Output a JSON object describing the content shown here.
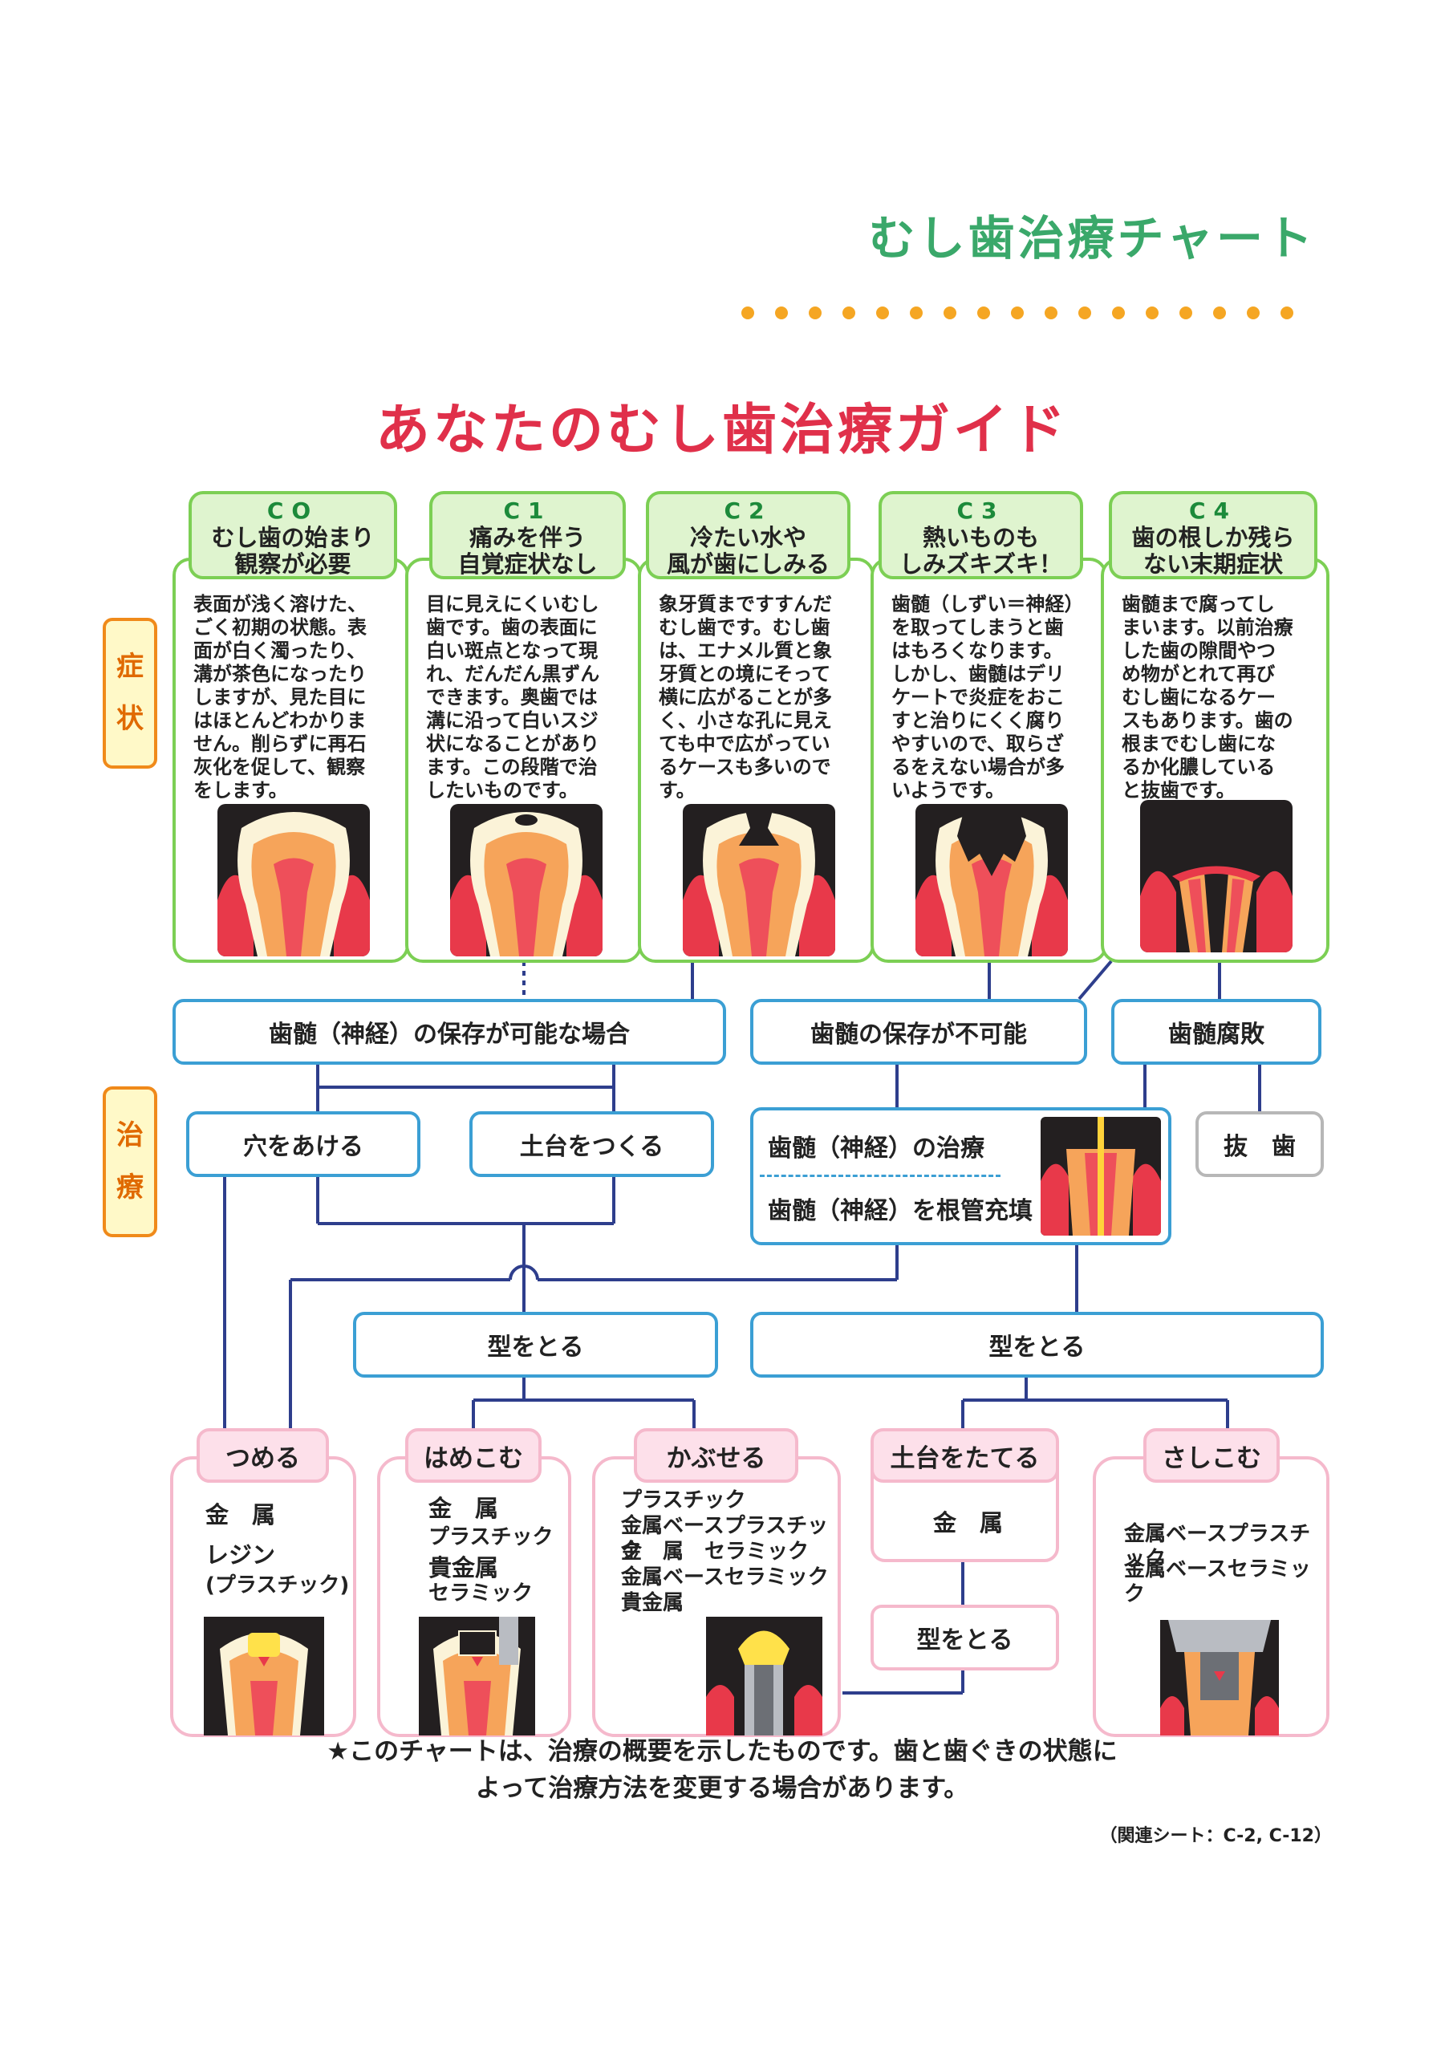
{
  "header": {
    "title": "むし歯治療チャート"
  },
  "main_title": "あなたのむし歯治療ガイド",
  "labels": {
    "symptom": [
      "症",
      "状"
    ],
    "treatment": [
      "治",
      "療"
    ]
  },
  "stages": [
    {
      "code": "CO",
      "title1": "むし歯の始まり",
      "title2": "観察が必要",
      "desc": [
        "表面が浅く溶けた、",
        "ごく初期の状態。表",
        "面が白く濁ったり、",
        "溝が茶色になったり",
        "しますが、見た目に",
        "はほとんどわかりま",
        "せん。削らずに再石",
        "灰化を促して、観察",
        "をします。"
      ]
    },
    {
      "code": "C1",
      "title1": "痛みを伴う",
      "title2": "自覚症状なし",
      "desc": [
        "目に見えにくいむし",
        "歯です。歯の表面に",
        "白い斑点となって現",
        "れ、だんだん黒ずん",
        "できます。奥歯では",
        "溝に沿って白いスジ",
        "状になることがあり",
        "ます。この段階で治",
        "したいものです。"
      ]
    },
    {
      "code": "C2",
      "title1": "冷たい水や",
      "title2": "風が歯にしみる",
      "desc": [
        "象牙質まですすんだ",
        "むし歯です。むし歯",
        "は、エナメル質と象",
        "牙質との境にそって",
        "横に広がることが多",
        "く、小さな孔に見え",
        "ても中で広がってい",
        "るケースも多いので",
        "す。"
      ]
    },
    {
      "code": "C3",
      "title1": "熱いものも",
      "title2": "しみズキズキ！",
      "desc": [
        "歯髄（しずい＝神経）",
        "を取ってしまうと歯",
        "はもろくなります。",
        "しかし、歯髄はデリ",
        "ケートで炎症をおこ",
        "すと治りにくく腐り",
        "やすいので、取らざ",
        "るをえない場合が多",
        "いようです。"
      ]
    },
    {
      "code": "C4",
      "title1": "歯の根しか残ら",
      "title2": "ない末期症状",
      "desc": [
        "歯髄まで腐ってし",
        "まいます。以前治療",
        "した歯の隙間やつ",
        "め物がとれて再び",
        "むし歯になるケー",
        "スもあります。歯の",
        "根までむし歯にな",
        "るか化膿している",
        "と抜歯です。"
      ]
    }
  ],
  "flow": {
    "pulp_preservable": "歯髄（神経）の保存が可能な場合",
    "pulp_not_preservable": "歯髄の保存が不可能",
    "pulp_necrosis": "歯髄腐敗",
    "drill": "穴をあける",
    "build_base": "土台をつくる",
    "pulp_treatment": "歯髄（神経）の治療",
    "root_canal_filling": "歯髄（神経）を根管充填",
    "extraction": "抜　歯",
    "impression_left": "型をとる",
    "impression_right": "型をとる",
    "impression_small": "型をとる"
  },
  "restorations": [
    {
      "label": "つめる",
      "materials": [
        "金　属",
        "レジン",
        "(プラスチック)"
      ]
    },
    {
      "label": "はめこむ",
      "materials": [
        "金　属",
        "プラスチック",
        "貴金属",
        "セラミック"
      ]
    },
    {
      "label": "かぶせる",
      "materials": [
        "プラスチック",
        "金属ベースプラスチック",
        "金　属　セラミック",
        "金属ベースセラミック",
        "貴金属"
      ]
    },
    {
      "label": "土台をたてる",
      "materials": [
        "金　属"
      ]
    },
    {
      "label": "さしこむ",
      "materials": [
        "金属ベースプラスチック",
        "金属ベースセラミック"
      ]
    }
  ],
  "footer": {
    "note_line1": "★このチャートは、治療の概要を示したものです。歯と歯ぐきの状態に",
    "note_line2": "よって治療方法を変更する場合があります。",
    "reference": "（関連シート：C-2, C-12）"
  },
  "colors": {
    "title_green": "#3aa86a",
    "title_red": "#e0304a",
    "stage_green": "#7ccf54",
    "flow_blue": "#3b9fd4",
    "connector_navy": "#2e3e8c",
    "restoration_pink": "#f5b9cc",
    "label_orange": "#f08a1a",
    "dot_orange": "#f5a623"
  }
}
